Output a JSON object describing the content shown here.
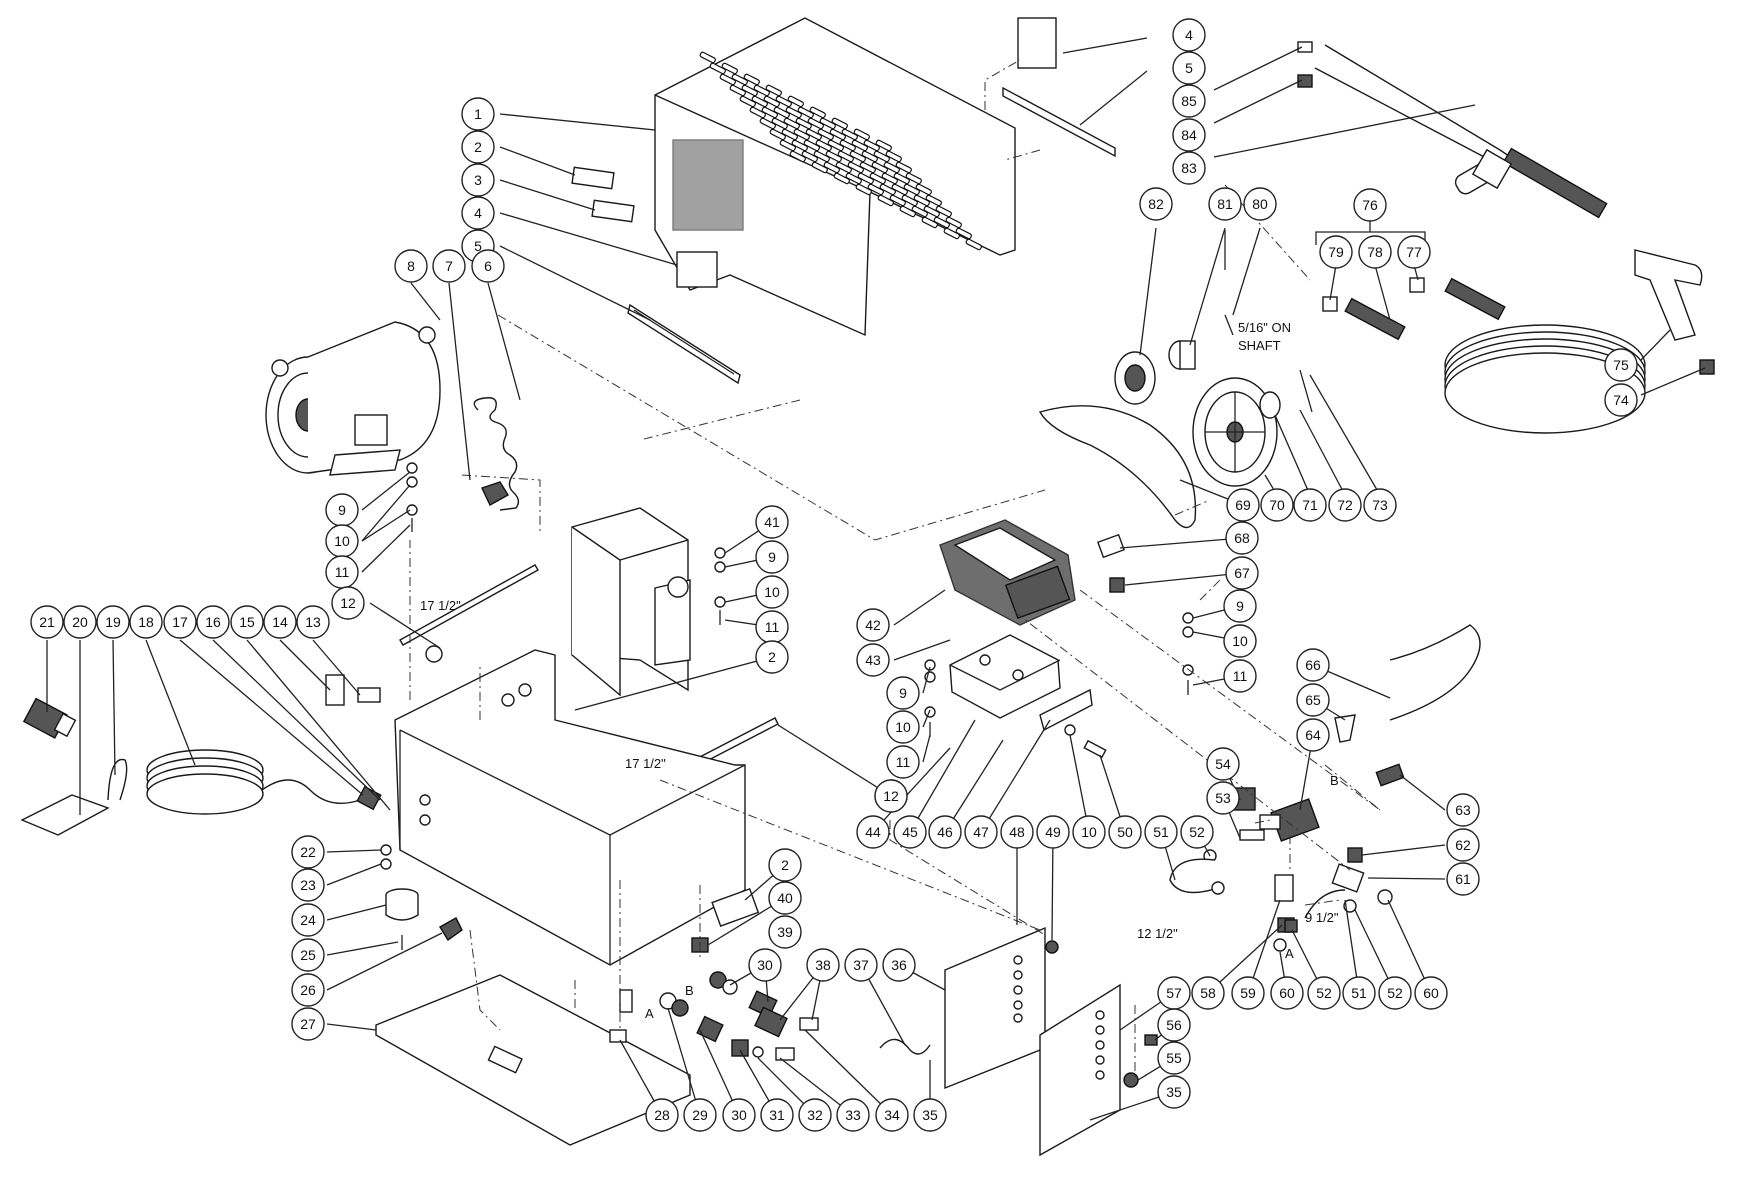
{
  "callouts": [
    {
      "label": "1"
    },
    {
      "label": "2"
    },
    {
      "label": "3"
    },
    {
      "label": "4"
    },
    {
      "label": "5"
    },
    {
      "label": "8"
    },
    {
      "label": "7"
    },
    {
      "label": "6"
    },
    {
      "label": "9"
    },
    {
      "label": "10"
    },
    {
      "label": "11"
    },
    {
      "label": "12"
    },
    {
      "label": "21"
    },
    {
      "label": "20"
    },
    {
      "label": "19"
    },
    {
      "label": "18"
    },
    {
      "label": "17"
    },
    {
      "label": "16"
    },
    {
      "label": "15"
    },
    {
      "label": "14"
    },
    {
      "label": "13"
    },
    {
      "label": "22"
    },
    {
      "label": "23"
    },
    {
      "label": "24"
    },
    {
      "label": "25"
    },
    {
      "label": "26"
    },
    {
      "label": "27"
    },
    {
      "label": "41"
    },
    {
      "label": "9"
    },
    {
      "label": "10"
    },
    {
      "label": "11"
    },
    {
      "label": "2"
    },
    {
      "label": "2"
    },
    {
      "label": "40"
    },
    {
      "label": "39"
    },
    {
      "label": "30"
    },
    {
      "label": "38"
    },
    {
      "label": "37"
    },
    {
      "label": "36"
    },
    {
      "label": "12"
    },
    {
      "label": "28"
    },
    {
      "label": "29"
    },
    {
      "label": "30"
    },
    {
      "label": "31"
    },
    {
      "label": "32"
    },
    {
      "label": "33"
    },
    {
      "label": "34"
    },
    {
      "label": "35"
    },
    {
      "label": "4"
    },
    {
      "label": "5"
    },
    {
      "label": "85"
    },
    {
      "label": "84"
    },
    {
      "label": "83"
    },
    {
      "label": "82"
    },
    {
      "label": "81"
    },
    {
      "label": "80"
    },
    {
      "label": "76"
    },
    {
      "label": "79"
    },
    {
      "label": "78"
    },
    {
      "label": "77"
    },
    {
      "label": "75"
    },
    {
      "label": "74"
    },
    {
      "label": "69"
    },
    {
      "label": "70"
    },
    {
      "label": "71"
    },
    {
      "label": "72"
    },
    {
      "label": "73"
    },
    {
      "label": "68"
    },
    {
      "label": "67"
    },
    {
      "label": "42"
    },
    {
      "label": "43"
    },
    {
      "label": "9"
    },
    {
      "label": "10"
    },
    {
      "label": "11"
    },
    {
      "label": "9"
    },
    {
      "label": "10"
    },
    {
      "label": "11"
    },
    {
      "label": "12"
    },
    {
      "label": "66"
    },
    {
      "label": "65"
    },
    {
      "label": "64"
    },
    {
      "label": "63"
    },
    {
      "label": "62"
    },
    {
      "label": "61"
    },
    {
      "label": "44"
    },
    {
      "label": "45"
    },
    {
      "label": "46"
    },
    {
      "label": "47"
    },
    {
      "label": "48"
    },
    {
      "label": "49"
    },
    {
      "label": "10"
    },
    {
      "label": "50"
    },
    {
      "label": "51"
    },
    {
      "label": "52"
    },
    {
      "label": "53"
    },
    {
      "label": "54"
    },
    {
      "label": "57"
    },
    {
      "label": "58"
    },
    {
      "label": "59"
    },
    {
      "label": "60"
    },
    {
      "label": "52"
    },
    {
      "label": "51"
    },
    {
      "label": "52"
    },
    {
      "label": "60"
    },
    {
      "label": "56"
    },
    {
      "label": "55"
    },
    {
      "label": "35"
    }
  ],
  "notes": {
    "shaft_line1": "5/16\" ON",
    "shaft_line2": "SHAFT",
    "len_top": "17 1/2\"",
    "len_mid": "17 1/2\"",
    "len_hose_a": "12 1/2\"",
    "len_hose_b": "9 1/2\"",
    "port_a1": "A",
    "port_b1": "B",
    "port_a2": "A",
    "port_b2": "B"
  }
}
